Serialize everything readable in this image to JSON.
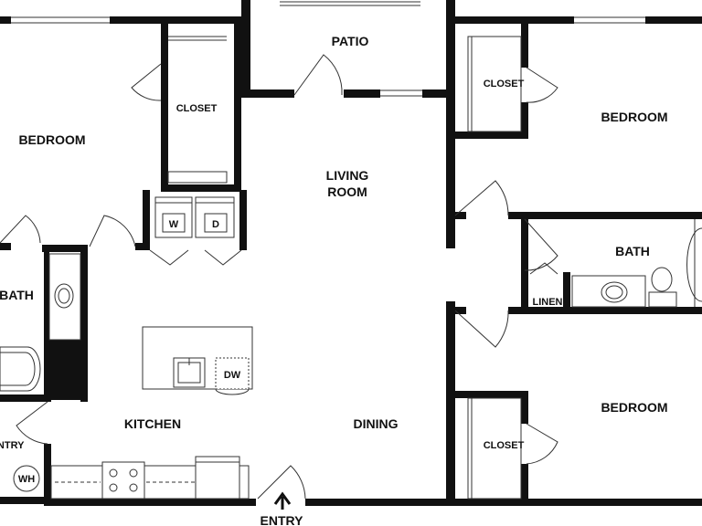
{
  "rooms": {
    "patio": "PATIO",
    "living_room_1": "LIVING",
    "living_room_2": "ROOM",
    "dining": "DINING",
    "kitchen": "KITCHEN",
    "bedroom_left": "BEDROOM",
    "bedroom_right_top": "BEDROOM",
    "bedroom_right_bottom": "BEDROOM",
    "bath_left": "BATH",
    "bath_right": "BATH",
    "closet_left": "CLOSET",
    "closet_right_top": "CLOSET",
    "closet_right_bottom": "CLOSET",
    "linen": "LINEN",
    "entry_left": "ENTRY",
    "entry_bottom": "ENTRY"
  },
  "fixtures": {
    "washer": "W",
    "dryer": "D",
    "dishwasher": "DW",
    "water_heater": "WH"
  },
  "colors": {
    "wall": "#111111",
    "line": "#333333",
    "fill": "#ffffff"
  }
}
